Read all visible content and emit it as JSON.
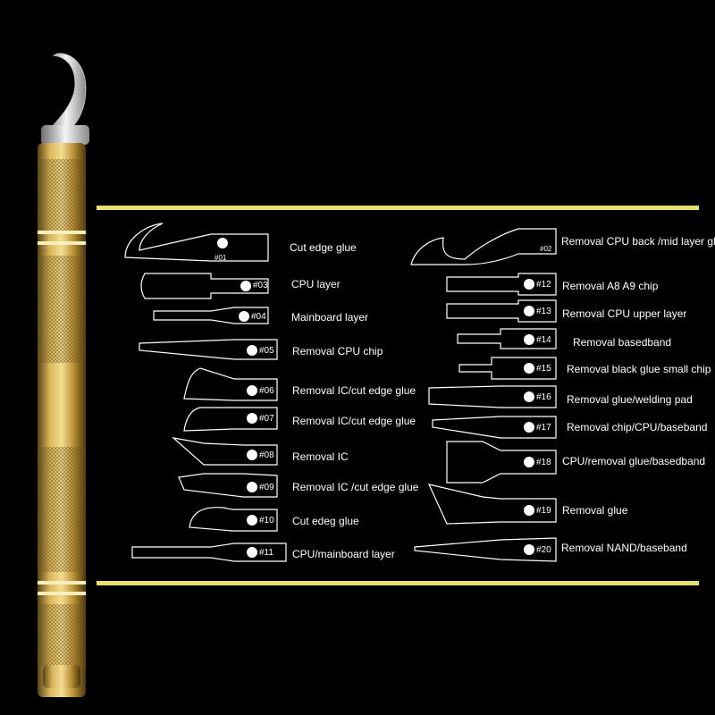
{
  "colors": {
    "background": "#000000",
    "accent_rule": "#e8e26a",
    "gold": "#c9a23e",
    "outline": "#ffffff"
  },
  "left_column": [
    {
      "num": "#01",
      "label": "Cut edge glue"
    },
    {
      "num": "#03",
      "label": "CPU layer"
    },
    {
      "num": "#04",
      "label": "Mainboard layer"
    },
    {
      "num": "#05",
      "label": "Removal CPU chip"
    },
    {
      "num": "#06",
      "label": "Removal IC/cut edge glue"
    },
    {
      "num": "#07",
      "label": "Removal IC/cut edge glue"
    },
    {
      "num": "#08",
      "label": "Removal IC"
    },
    {
      "num": "#09",
      "label": "Removal IC /cut edge glue"
    },
    {
      "num": "#10",
      "label": "Cut edeg glue"
    },
    {
      "num": "#11",
      "label": "CPU/mainboard layer"
    }
  ],
  "right_column": [
    {
      "num": "#02",
      "label": "Removal CPU back /mid layer glue"
    },
    {
      "num": "#12",
      "label": "Removal A8 A9 chip"
    },
    {
      "num": "#13",
      "label": "Removal CPU upper layer"
    },
    {
      "num": "#14",
      "label": "Removal basedband"
    },
    {
      "num": "#15",
      "label": "Removal black glue small chip"
    },
    {
      "num": "#16",
      "label": "Removal glue/welding pad"
    },
    {
      "num": "#17",
      "label": "Removal chip/CPU/baseband"
    },
    {
      "num": "#18",
      "label": "CPU/removal glue/basedband"
    },
    {
      "num": "#19",
      "label": "Removal glue"
    },
    {
      "num": "#20",
      "label": "Removal NAND/baseband"
    }
  ]
}
